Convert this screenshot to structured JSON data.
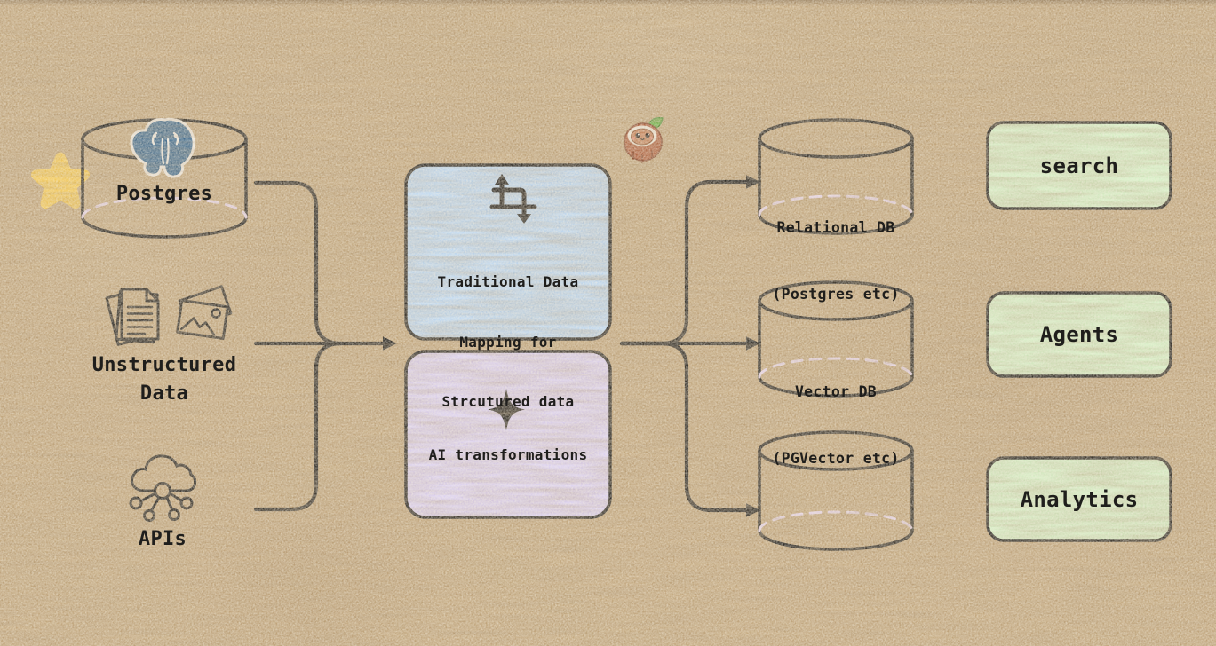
{
  "colors": {
    "bg": "#c3a77d",
    "ink": "#1b1a18",
    "box-blue": "#bedaf6",
    "box-purple": "#ded4f8",
    "box-green": "#d7f2c9",
    "dash-lavender": "#ead9f1",
    "star-yellow": "#f9cd55",
    "postgres-blue": "#38678f"
  },
  "sources": {
    "postgres": {
      "label": "Postgres"
    },
    "unstructured": {
      "lines": [
        "Unstructured",
        "Data"
      ]
    },
    "apis": {
      "label": "APIs"
    }
  },
  "transforms": {
    "traditional": {
      "lines": [
        "Traditional Data",
        "Mapping for",
        "Strcutured data"
      ]
    },
    "ai": {
      "label": "AI transformations"
    }
  },
  "outputs": {
    "relational": {
      "lines": [
        "Relational DB",
        "(Postgres etc)"
      ]
    },
    "vector": {
      "lines": [
        "Vector DB",
        "(PGVector etc)"
      ]
    },
    "spare": {
      "lines": []
    }
  },
  "consumers": [
    {
      "label": "search"
    },
    {
      "label": "Agents"
    },
    {
      "label": "Analytics"
    }
  ],
  "icons": {
    "postgres_logo": "elephant-head",
    "documents": "stacked-pages",
    "photos": "stacked-photos",
    "apis": "cloud-network",
    "traditional": "crop-arrows",
    "ai": "sparkle",
    "decor_star": "rounded-star",
    "decor_mascot": "coconut-face"
  }
}
